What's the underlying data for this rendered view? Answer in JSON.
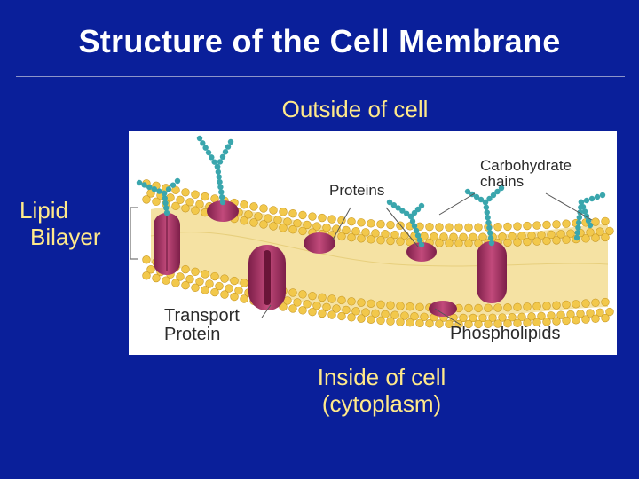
{
  "slide": {
    "title": "Structure of the Cell Membrane",
    "outside_label": "Outside of cell",
    "inside_label_line1": "Inside of cell",
    "inside_label_line2": "(cytoplasm)",
    "lipid_label_line1": "Lipid",
    "lipid_label_line2": "Bilayer"
  },
  "diagram": {
    "proteins_label": "Proteins",
    "carbohydrate_label_line1": "Carbohydrate",
    "carbohydrate_label_line2": "chains",
    "transport_label_line1": "Transport",
    "transport_label_line2": "Protein",
    "phospholipids_label": "Phospholipids"
  },
  "colors": {
    "background": "#0a1f9a",
    "title": "#ffffff",
    "label_text": "#ffe98a",
    "phospholipid_head": "#f2c84b",
    "tail": "#f5e2a3",
    "protein": "#b03a6a",
    "carbohydrate": "#3aa6ad"
  }
}
